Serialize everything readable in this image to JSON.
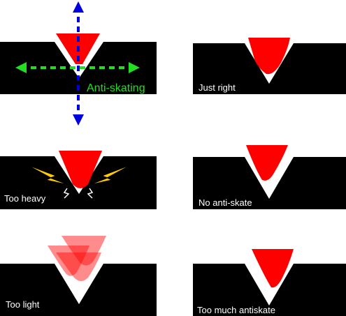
{
  "labels": {
    "anti_skating": "Anti-skating",
    "just_right": "Just right",
    "too_heavy": "Too heavy",
    "no_anti_skate": "No anti-skate",
    "too_light": "Too light",
    "too_much_antiskate": "Too much antiskate"
  },
  "colors": {
    "groove_block": "#000000",
    "groove_cut": "#ffffff",
    "stylus": "#ff0000",
    "vertical_arrow": "#0000dd",
    "horizontal_arrow": "#22dd22",
    "lightning": "#ffcc00"
  }
}
